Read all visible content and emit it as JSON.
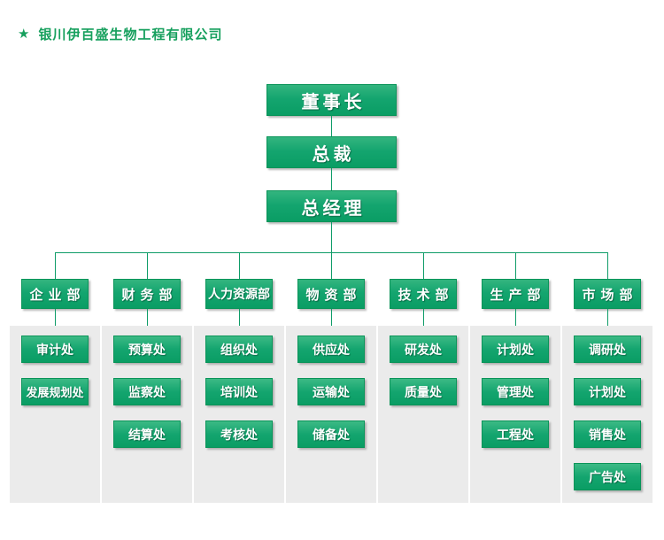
{
  "header": {
    "star": "★",
    "company_name": "银川伊百盛生物工程有限公司"
  },
  "colors": {
    "accent_green": "#17a05e",
    "box_gradient_top": "#33b57f",
    "box_gradient_bottom": "#0a9d64",
    "connector_line": "#0f9c68",
    "column_gray": "#ebebeb",
    "box_text": "#ffffff"
  },
  "hierarchy": {
    "levels": [
      {
        "label": "董事长"
      },
      {
        "label": "总裁"
      },
      {
        "label": "总经理"
      }
    ],
    "departments": [
      {
        "label": "企业部",
        "offices": [
          "审计处",
          "发展规划处"
        ]
      },
      {
        "label": "财务部",
        "offices": [
          "预算处",
          "监察处",
          "结算处"
        ]
      },
      {
        "label": "人力资源部",
        "offices": [
          "组织处",
          "培训处",
          "考核处"
        ]
      },
      {
        "label": "物资部",
        "offices": [
          "供应处",
          "运输处",
          "储备处"
        ]
      },
      {
        "label": "技术部",
        "offices": [
          "研发处",
          "质量处"
        ]
      },
      {
        "label": "生产部",
        "offices": [
          "计划处",
          "管理处",
          "工程处"
        ]
      },
      {
        "label": "市场部",
        "offices": [
          "调研处",
          "计划处",
          "销售处",
          "广告处"
        ]
      }
    ]
  }
}
